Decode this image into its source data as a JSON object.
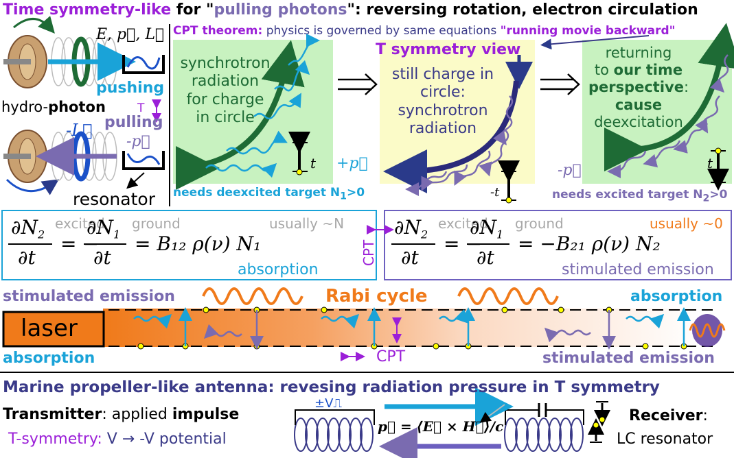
{
  "title": {
    "part1": "Time symmetry-like",
    "part2": " for \"",
    "part3": "pulling photons",
    "part4": "\": reversing rotation, electron circulation"
  },
  "top_left": {
    "vars": "E, p⃗, L⃗",
    "pushing": "pushing",
    "hydro": "hydro-",
    "photon": "photon",
    "T": "T",
    "neg_L": "-L⃗",
    "pulling": "pulling",
    "neg_p": "-p⃗",
    "resonator": "resonator"
  },
  "cpt_header": {
    "label": "CPT theorem:",
    "text": " physics is governed by same equations ",
    "quote": "\"running movie backward\""
  },
  "panel1": {
    "lines": [
      "synchrotron",
      "radiation",
      "for charge",
      "in circle"
    ],
    "t": "t",
    "plus_p": "+p⃗",
    "caption": "needs deexcited target N",
    "sub": "1",
    "tail": ">0"
  },
  "panel2": {
    "title": "T symmetry view",
    "lines": [
      "still charge in",
      "circle:",
      "synchrotron",
      "radiation"
    ],
    "neg_t": "-t"
  },
  "panel3": {
    "lines": [
      "returning",
      "to our time",
      "perspective:",
      "cause",
      "deexcitation"
    ],
    "t": "t",
    "neg_p": "-p⃗",
    "caption": "needs excited target N",
    "sub": "2",
    "tail": ">0"
  },
  "eq_left": {
    "sup_excited": "excited",
    "sup_ground": "ground",
    "note": "usually ~N",
    "rhs": "= B₁₂ ρ(ν) N₁",
    "label": "absorption"
  },
  "eq_right": {
    "sup_excited": "excited",
    "sup_ground": "ground",
    "note": "usually ~0",
    "rhs": "= −B₂₁ ρ(ν) N₂",
    "label": "stimulated emission"
  },
  "cpt_vertical": "CPT",
  "laser_row": {
    "stim_left": "stimulated emission",
    "rabi": "Rabi cycle",
    "absorption_right": "absorption",
    "laser": "laser",
    "absorption_left": "absorption",
    "cpt": "CPT",
    "stim_right": "stimulated emission"
  },
  "bottom": {
    "heading": "Marine propeller-like antenna: revesing radiation pressure in T symmetry",
    "transmitter": "Transmitter",
    "applied": ": applied ",
    "impulse": "impulse",
    "tsym": "T-symmetry:",
    "tsym_rest": " V → -V potential",
    "formula": "p⃗ = ⟨E⃗ × H⃗⟩/c",
    "pm": "±V⎍",
    "receiver": "Receiver",
    "receiver_colon": ":",
    "lc": "LC resonator"
  },
  "colors": {
    "purple": "#9b1fd8",
    "violet": "#7a6bb0",
    "blue": "#1aa3d8",
    "navy": "#3a3a88",
    "green": "#1e6b35",
    "orange": "#f07a1a",
    "panel_green": "#c8f2c0",
    "panel_yellow": "#fbfbc8"
  }
}
